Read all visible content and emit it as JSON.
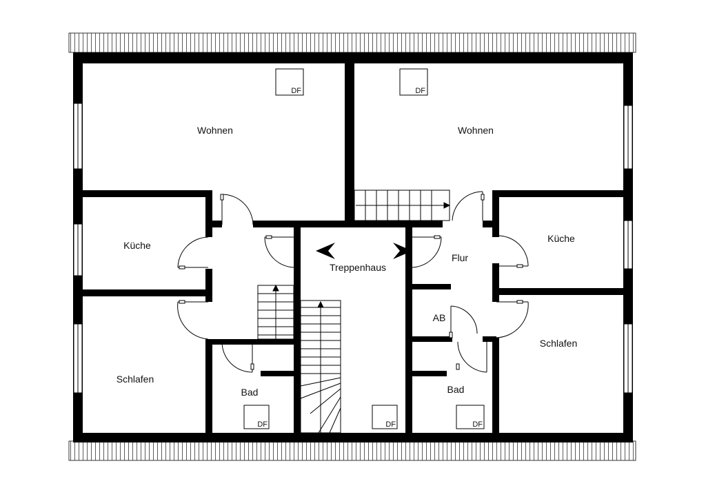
{
  "plan": {
    "colors": {
      "wall": "#000000",
      "line": "#111111",
      "background": "#ffffff"
    },
    "rooms": {
      "wohnen_left": "Wohnen",
      "wohnen_right": "Wohnen",
      "kueche_left": "Küche",
      "kueche_right": "Küche",
      "schlafen_left": "Schlafen",
      "schlafen_right": "Schlafen",
      "bad_left": "Bad",
      "bad_right": "Bad",
      "treppenhaus": "Treppenhaus",
      "flur": "Flur",
      "ab": "AB"
    },
    "skylight_label": "DF"
  }
}
